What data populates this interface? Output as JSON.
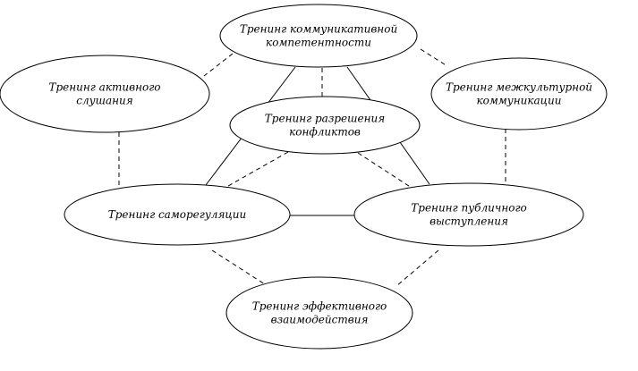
{
  "diagram": {
    "nodes": [
      {
        "id": "communicative",
        "lines": [
          "Тренинг коммуникативной",
          "компетентности"
        ]
      },
      {
        "id": "active-listening",
        "lines": [
          "Тренинг активного",
          "слушания"
        ]
      },
      {
        "id": "intercultural",
        "lines": [
          "Тренинг межкультурной",
          "коммуникации"
        ]
      },
      {
        "id": "conflict",
        "lines": [
          "Тренинг разрешения",
          "конфликтов"
        ]
      },
      {
        "id": "self-regulation",
        "lines": [
          "Тренинг саморегуляции"
        ]
      },
      {
        "id": "public-speaking",
        "lines": [
          "Тренинг публичного",
          "выступления"
        ]
      },
      {
        "id": "interaction",
        "lines": [
          "Тренинг эффективного",
          "взаимодействия"
        ]
      }
    ],
    "edges": [
      {
        "from": "communicative",
        "to": "active-listening",
        "style": "dashed"
      },
      {
        "from": "communicative",
        "to": "intercultural",
        "style": "dashed"
      },
      {
        "from": "communicative",
        "to": "conflict",
        "style": "dashed"
      },
      {
        "from": "communicative",
        "to": "self-regulation",
        "style": "solid"
      },
      {
        "from": "communicative",
        "to": "public-speaking",
        "style": "solid"
      },
      {
        "from": "active-listening",
        "to": "self-regulation",
        "style": "dashed"
      },
      {
        "from": "intercultural",
        "to": "public-speaking",
        "style": "dashed"
      },
      {
        "from": "conflict",
        "to": "self-regulation",
        "style": "dashed"
      },
      {
        "from": "conflict",
        "to": "public-speaking",
        "style": "dashed"
      },
      {
        "from": "self-regulation",
        "to": "public-speaking",
        "style": "solid"
      },
      {
        "from": "self-regulation",
        "to": "interaction",
        "style": "dashed"
      },
      {
        "from": "public-speaking",
        "to": "interaction",
        "style": "dashed"
      }
    ]
  }
}
